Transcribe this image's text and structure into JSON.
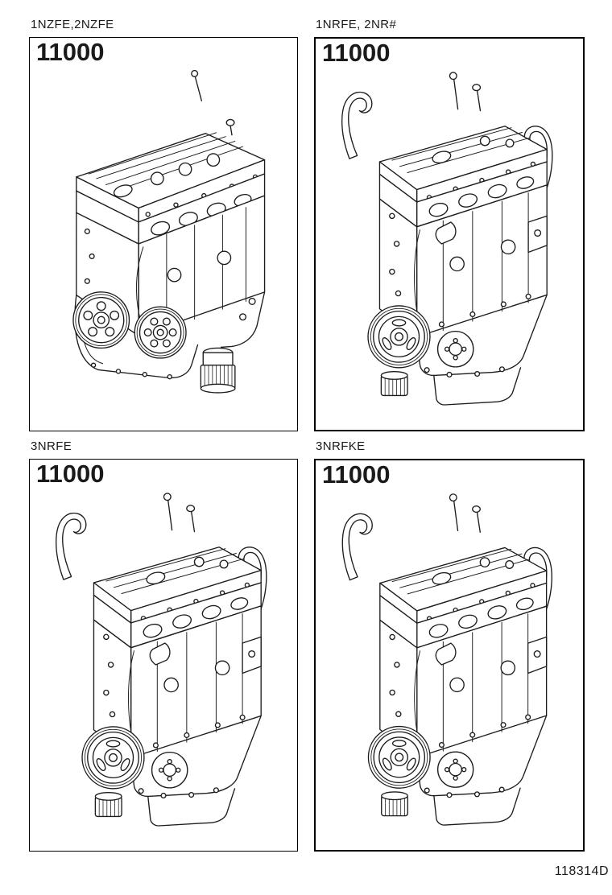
{
  "page": {
    "background": "#ffffff",
    "line_color": "#1c1c1c",
    "frame_border_color": "#000000",
    "diagram_code": "118314D"
  },
  "panels": [
    {
      "engine_code": "1NZFE,2NZFE",
      "part_number": "11000",
      "engine_variant": "nz",
      "illustration": "engine-partial-assembly-line-art"
    },
    {
      "engine_code": "1NRFE, 2NR#",
      "part_number": "11000",
      "engine_variant": "nr",
      "illustration": "engine-partial-assembly-line-art"
    },
    {
      "engine_code": "3NRFE",
      "part_number": "11000",
      "engine_variant": "nr",
      "illustration": "engine-partial-assembly-line-art"
    },
    {
      "engine_code": "3NRFKE",
      "part_number": "11000",
      "engine_variant": "nr",
      "illustration": "engine-partial-assembly-line-art"
    }
  ]
}
